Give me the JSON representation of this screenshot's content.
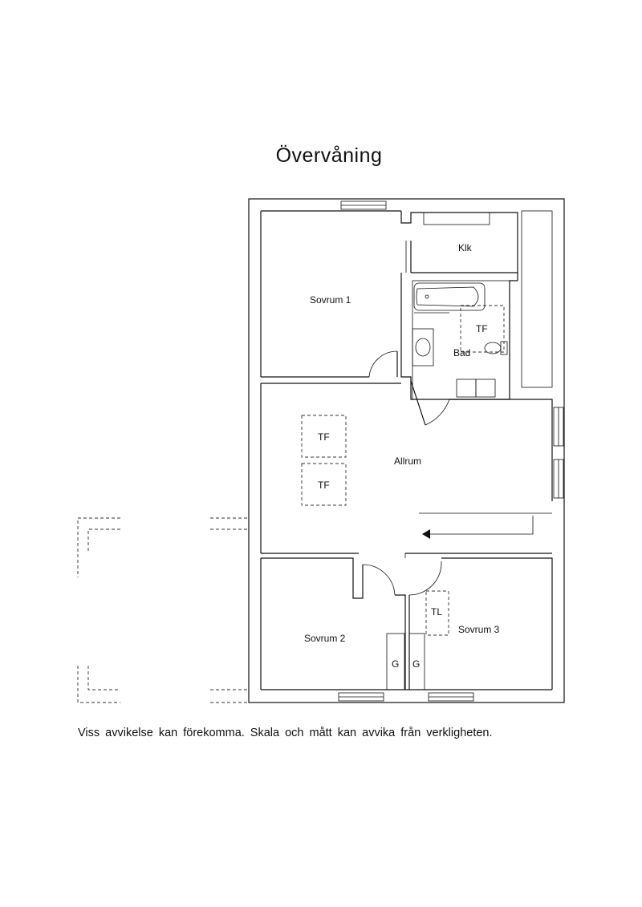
{
  "title": "Övervåning",
  "disclaimer": "Viss avvikelse kan förekomma. Skala och mått kan avvika från verkligheten.",
  "rooms": {
    "sovrum1": "Sovrum 1",
    "klk": "Klk",
    "bad": "Bad",
    "allrum": "Allrum",
    "sovrum2": "Sovrum 2",
    "sovrum3": "Sovrum 3"
  },
  "markers": {
    "tf_bad": "TF",
    "tf_allrum_1": "TF",
    "tf_allrum_2": "TF",
    "tl": "TL",
    "g1": "G",
    "g2": "G"
  }
}
